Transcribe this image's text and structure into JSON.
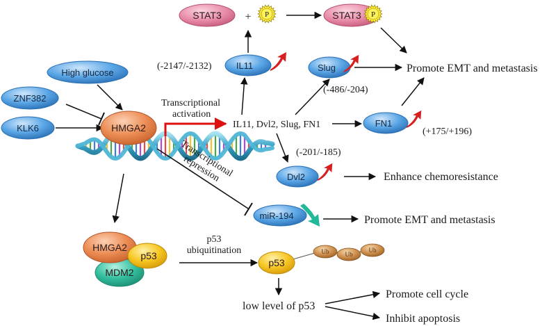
{
  "nodes": {
    "stat3_left": "STAT3",
    "stat3_right": "STAT3",
    "phospho_left": "P",
    "phospho_right": "P",
    "plus_sign": "+",
    "il11": "IL11",
    "slug": "Slug",
    "fn1": "FN1",
    "dvl2": "Dvl2",
    "mir194": "miR-194",
    "high_glucose": "High glucose",
    "znf382": "ZNF382",
    "klk6": "KLK6",
    "hmga2": "HMGA2",
    "complex_hmga2": "HMGA2",
    "complex_p53": "p53",
    "complex_mdm2": "MDM2",
    "p53_ub": "p53",
    "ub1": "Ub",
    "ub2": "Ub",
    "ub3": "Ub"
  },
  "labels": {
    "il11_site": "(-2147/-2132)",
    "slug_site": "(-486/-204)",
    "fn1_site": "(+175/+196)",
    "dvl2_site": "(-201/-185)",
    "targets": "IL11, Dvl2, Slug, FN1",
    "tx_activation_line1": "Transcriptional",
    "tx_activation_line2": "activation",
    "tx_repression_line1": "Transcriptional",
    "tx_repression_line2": "repression",
    "p53_ubiq_line1": "p53",
    "p53_ubiq_line2": "ubiquitination",
    "low_p53": "low level of p53"
  },
  "outcomes": {
    "emt_top": "Promote EMT and metastasis",
    "chemoresistance": "Enhance chemoresistance",
    "emt_mir": "Promote EMT and metastasis",
    "cell_cycle": "Promote cell cycle",
    "apoptosis": "Inhibit apoptosis"
  },
  "colors": {
    "pink": "#e07d9b",
    "blue": "#3d8fd6",
    "orange": "#e8804a",
    "yellow": "#f5c21a",
    "teal": "#2ab59a",
    "ub_brown": "#c98a45",
    "up_arrow": "#d42020",
    "down_arrow": "#22b89a",
    "activation_arrow": "#dd1111"
  }
}
